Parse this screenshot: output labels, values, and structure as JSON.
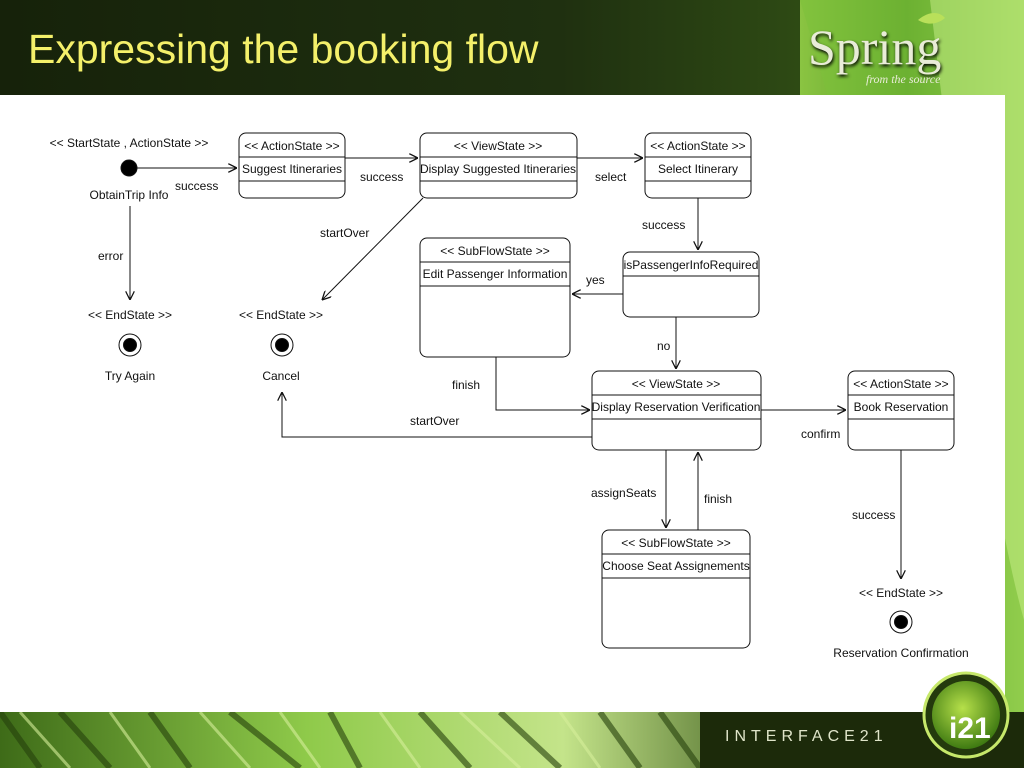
{
  "slide": {
    "title": "Expressing the booking flow",
    "logo_word": "Spring",
    "logo_tagline": "from the source",
    "brand": "INTERFACE21",
    "badge": "i21"
  },
  "diagram": {
    "start": {
      "stereotype": "<< StartState , ActionState >>",
      "name": "ObtainTrip Info"
    },
    "states": {
      "suggest": {
        "stereotype": "<< ActionState >>",
        "name": "Suggest Itineraries"
      },
      "display": {
        "stereotype": "<< ViewState >>",
        "name": "Display Suggested Itineraries"
      },
      "select": {
        "stereotype": "<< ActionState >>",
        "name": "Select Itinerary"
      },
      "passenger": {
        "stereotype": "<< SubFlowState >>",
        "name": "Edit Passenger Information"
      },
      "decision": {
        "name": "isPassengerInfoRequired"
      },
      "verify": {
        "stereotype": "<< ViewState >>",
        "name": "Display Reservation Verification"
      },
      "book": {
        "stereotype": "<< ActionState >>",
        "name": "Book Reservation"
      },
      "seat": {
        "stereotype": "<< SubFlowState >>",
        "name": "Choose Seat Assignements"
      }
    },
    "ends": {
      "try_again": {
        "stereotype": "<< EndState >>",
        "name": "Try Again"
      },
      "cancel": {
        "stereotype": "<< EndState >>",
        "name": "Cancel"
      },
      "confirmation": {
        "stereotype": "<< EndState >>",
        "name": "Reservation Confirmation"
      }
    },
    "transitions": {
      "start_success": "success",
      "start_error": "error",
      "suggest_success": "success",
      "display_select": "select",
      "display_startover": "startOver",
      "select_success": "success",
      "decision_yes": "yes",
      "decision_no": "no",
      "passenger_finish": "finish",
      "verify_startover": "startOver",
      "verify_confirm": "confirm",
      "verify_assign": "assignSeats",
      "seat_finish": "finish",
      "book_success": "success"
    }
  },
  "colors": {
    "title": "#f4f06a",
    "header_bg": "#1d2c0b",
    "panel": "#ffffff",
    "line": "#111111"
  }
}
